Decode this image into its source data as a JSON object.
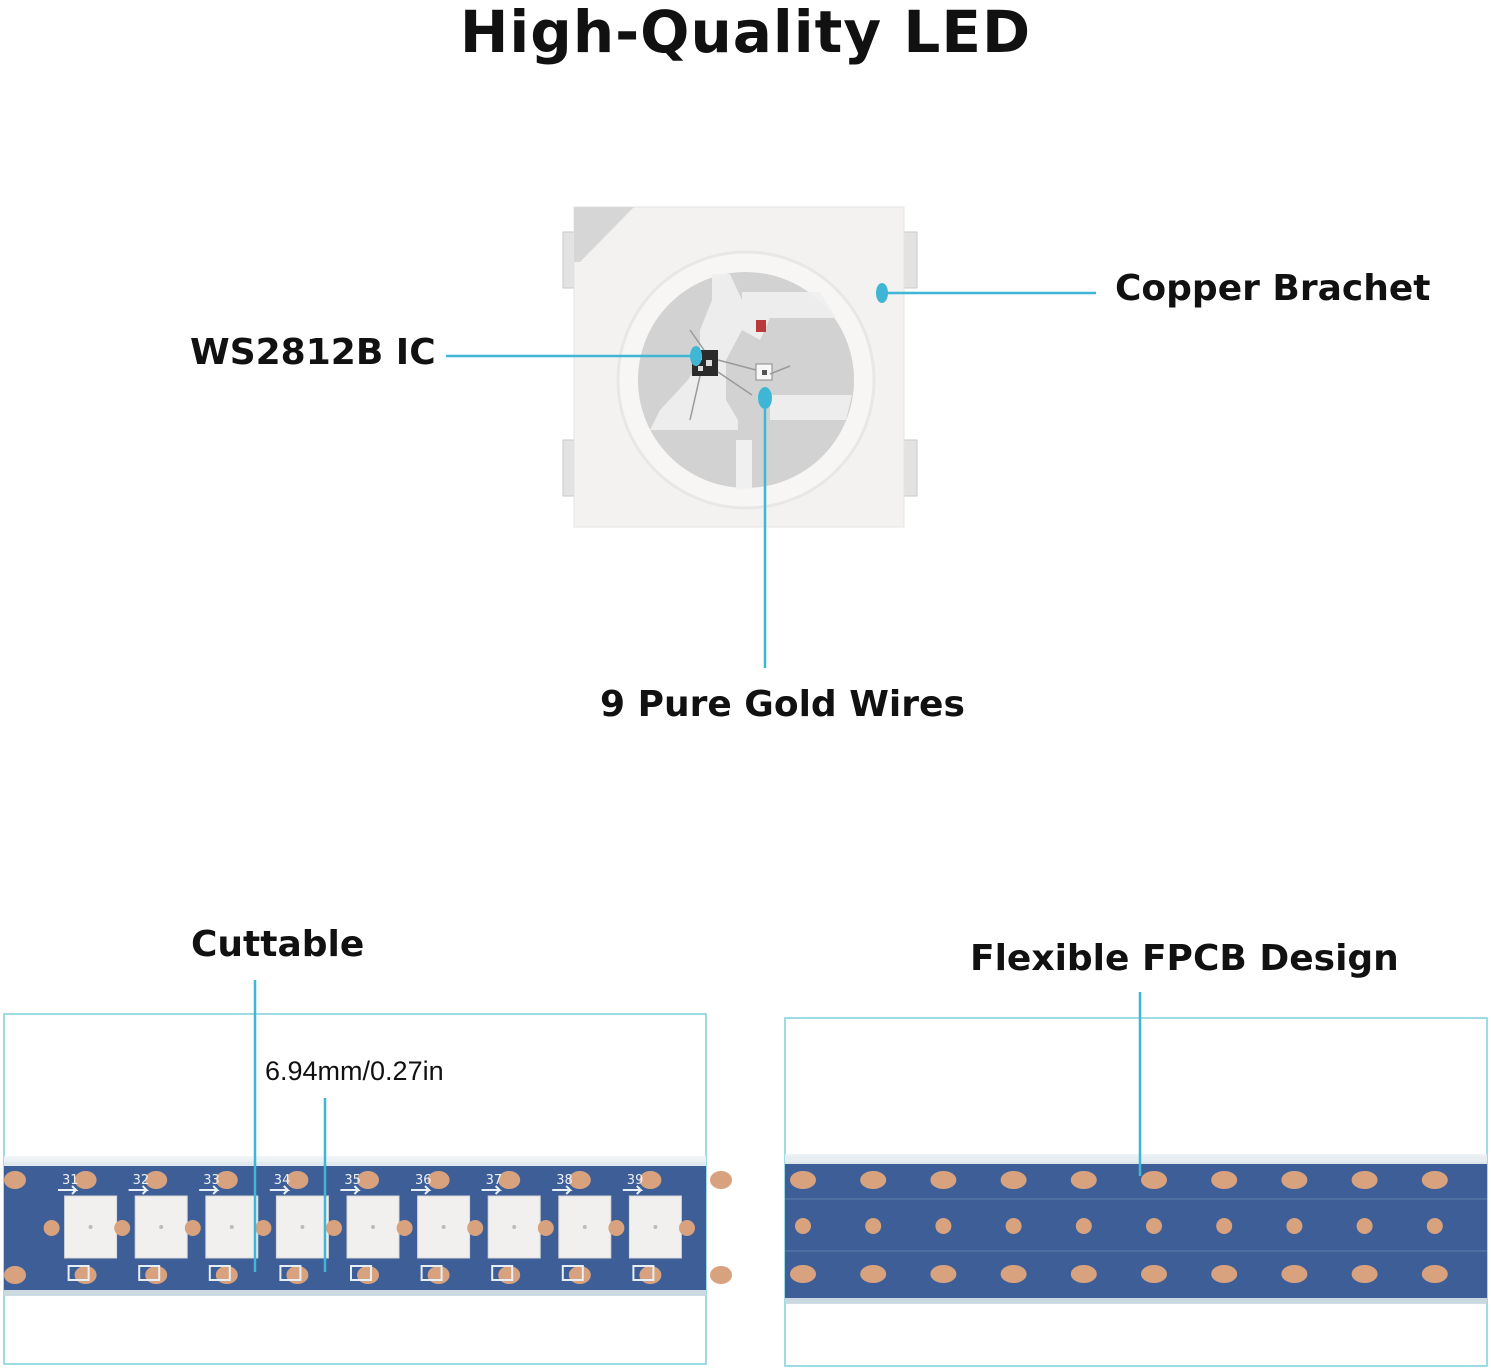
{
  "title": "High-Quality LED",
  "callouts": {
    "ic": "WS2812B IC",
    "bracket": "Copper Brachet",
    "wires": "9 Pure Gold Wires",
    "cuttable": "Cuttable",
    "measurement": "6.94mm/0.27in",
    "fpcb": "Flexible FPCB Design"
  },
  "strip_numbers": [
    "31",
    "32",
    "33",
    "34",
    "35",
    "36",
    "37",
    "38",
    "39"
  ],
  "colors": {
    "accent": "#3fb6d6",
    "pcb_blue": "#3d5e96",
    "pad_copper": "#d9a27e",
    "led_body": "#f2f0ef"
  }
}
